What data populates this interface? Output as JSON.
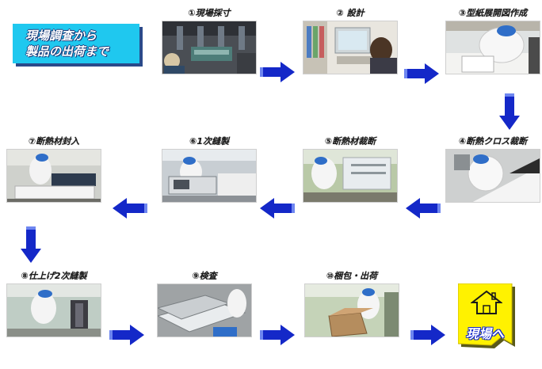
{
  "title": {
    "line1": "現場調査から",
    "line2": "製品の出荷まで"
  },
  "steps": [
    {
      "label": "①現場採寸"
    },
    {
      "label": "② 設計"
    },
    {
      "label": "③型紙展開図作成"
    },
    {
      "label": "④断熱クロス裁断"
    },
    {
      "label": "⑤断熱材裁断"
    },
    {
      "label": "⑥1次縫製"
    },
    {
      "label": "⑦断熱材封入"
    },
    {
      "label": "⑧仕上げ2次縫製"
    },
    {
      "label": "⑨検査"
    },
    {
      "label": "⑩梱包・出荷"
    }
  ],
  "destination": {
    "label": "現場へ"
  },
  "colors": {
    "arrow": "#1428c8",
    "title_bg": "#1fc8ef",
    "dest_bg": "#fff200"
  },
  "icons": {
    "destination": "house-icon",
    "arrow": "arrow-icon"
  }
}
